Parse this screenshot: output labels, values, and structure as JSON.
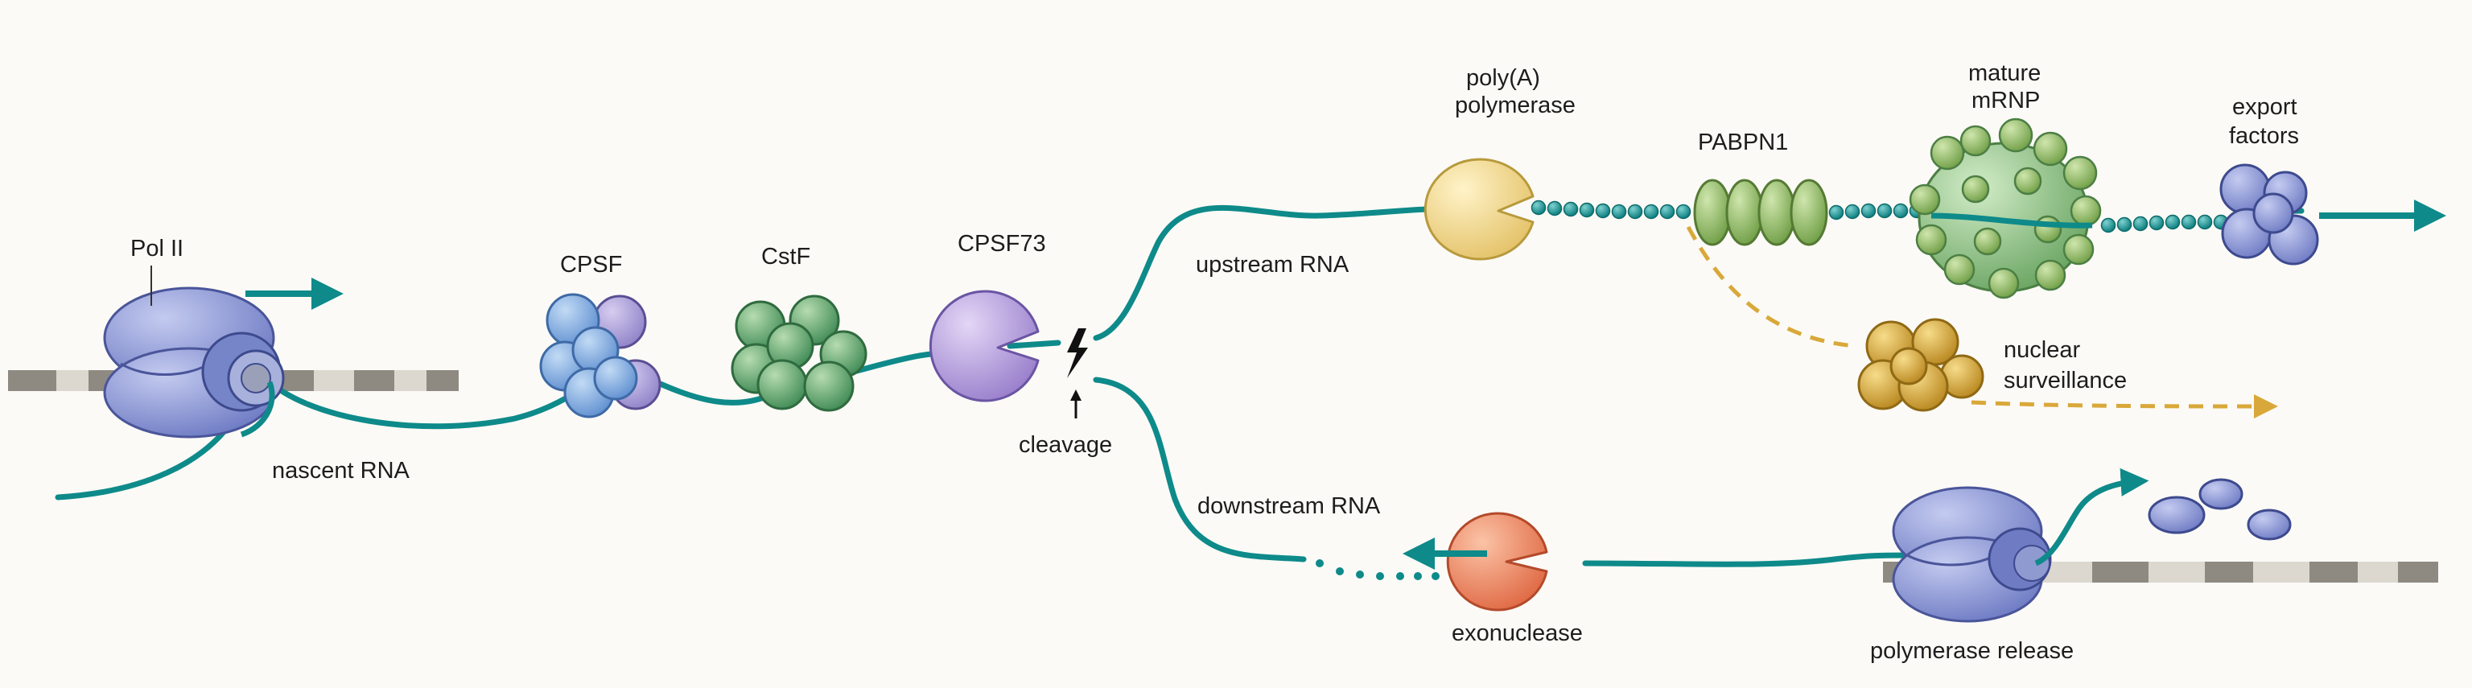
{
  "labels": {
    "pol2": "Pol II",
    "nascent_rna": "nascent RNA",
    "cpsf": "CPSF",
    "cstf": "CstF",
    "cpsf73": "CPSF73",
    "cleavage": "cleavage",
    "upstream_rna": "upstream RNA",
    "downstream_rna": "downstream RNA",
    "polya_line1": "poly(A)",
    "polya_line2": "polymerase",
    "pabpn1": "PABPN1",
    "mature_line1": "mature",
    "mature_line2": "mRNP",
    "export_line1": "export",
    "export_line2": "factors",
    "surveil_line1": "nuclear",
    "surveil_line2": "surveillance",
    "exonuclease": "exonuclease",
    "polymerase_release": "polymerase release"
  },
  "colors": {
    "rna": "#0e8a8a",
    "pol2": "#8a96d6",
    "cpsf": "#7aa8dc",
    "cstf": "#5fa46a",
    "cpsf73": "#b49ad8",
    "polya": "#f3dc92",
    "pabpn1": "#8cb86a",
    "mrnp": "#96c98a",
    "export": "#7d8fd0",
    "surveillance": "#d9a83a",
    "exonuclease": "#ee8a66",
    "dna_dark": "#8e8a82",
    "dna_light": "#dcd8cf"
  },
  "icons": [
    "pol2-complex",
    "cpsf-complex",
    "cstf-complex",
    "cpsf73-enzyme",
    "lightning-bolt",
    "polya-polymerase-enzyme",
    "pabpn1-proteins",
    "mrnp-complex",
    "export-factors-complex",
    "nuclear-surveillance-complex",
    "exonuclease-enzyme",
    "released-pol2",
    "transcription-arrow",
    "export-arrow"
  ]
}
